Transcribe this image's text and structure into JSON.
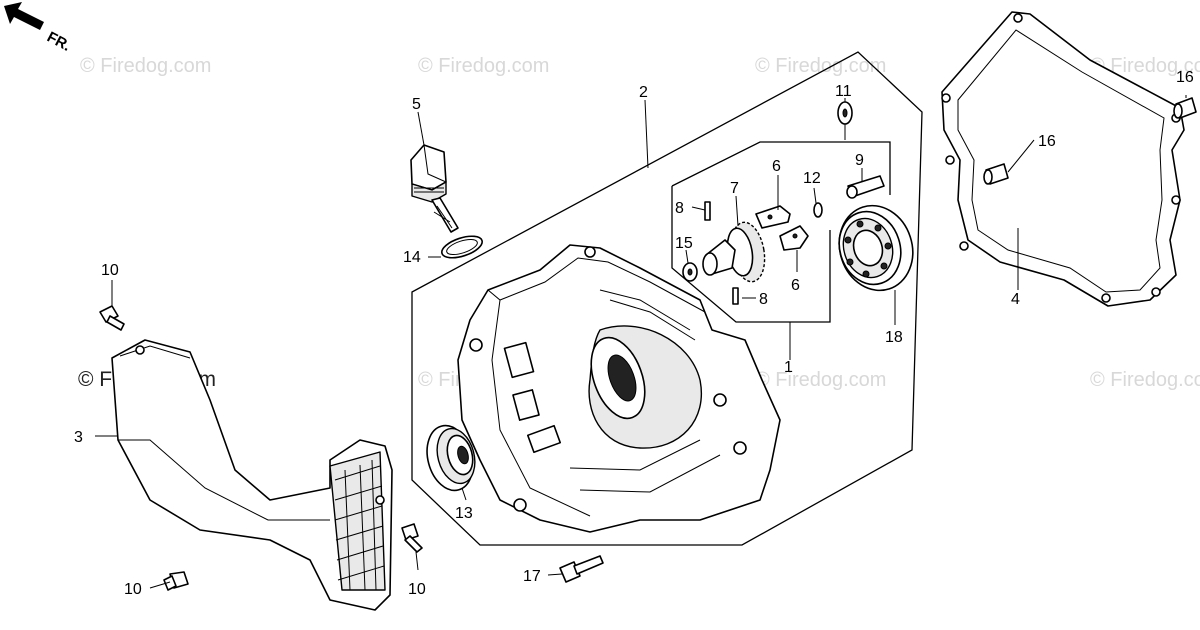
{
  "diagram": {
    "orientation_label": "FR.",
    "watermarks": [
      {
        "text": "© Firedog.com",
        "style": "faint"
      },
      {
        "text": "© Firedog.com",
        "style": "faint"
      },
      {
        "text": "© Firedog.com",
        "style": "faint"
      },
      {
        "text": "© Firedog.com",
        "style": "faint"
      },
      {
        "text": "© Firedog.com",
        "style": "faint"
      },
      {
        "text": "© Firedog.com",
        "style": "faint"
      },
      {
        "text": "© Firedog.com",
        "style": "faint"
      },
      {
        "text": "© Firedog.com",
        "style": "dark"
      }
    ],
    "callouts": [
      "1",
      "2",
      "3",
      "4",
      "5",
      "6",
      "6",
      "7",
      "8",
      "8",
      "9",
      "10",
      "10",
      "10",
      "11",
      "12",
      "13",
      "14",
      "15",
      "16",
      "16",
      "17",
      "18"
    ],
    "parts": {
      "crankcase_cover": "crankcase-cover",
      "gasket": "cover-gasket",
      "shroud": "fan-shroud",
      "oil_filler_cap": "oil-filler-cap",
      "governor_gear": "governor-gear",
      "bearing": "ball-bearing",
      "oil_seal": "oil-seal"
    }
  }
}
